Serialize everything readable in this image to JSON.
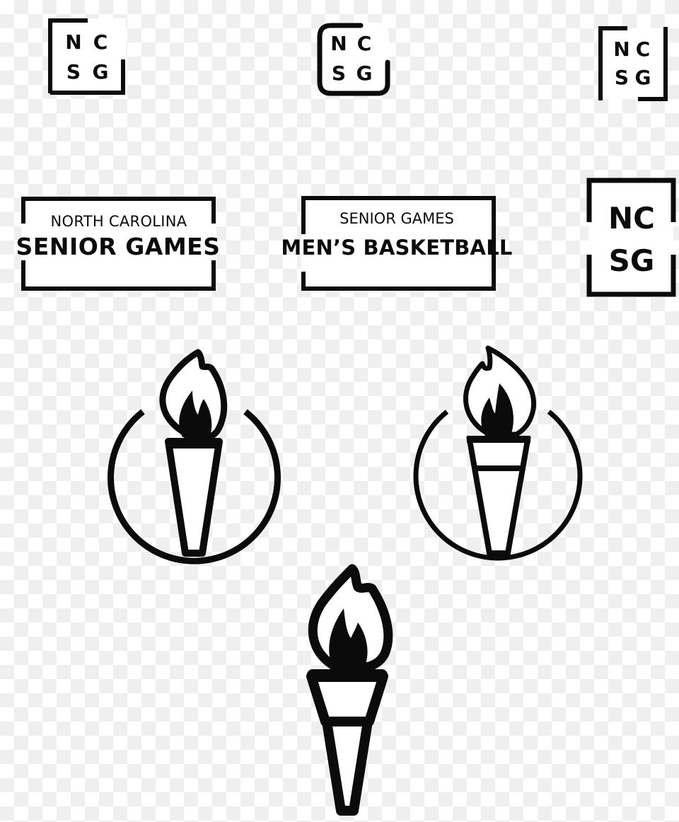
{
  "sheet": {
    "background": "transparency-checkerboard",
    "ink_color": "#0b0b0c",
    "checker_light": "#ffffff",
    "checker_dark": "#efefef"
  },
  "monograms": [
    {
      "variant": "square-corner-bracket",
      "line1": "N C",
      "line2": "S G",
      "letters": [
        "N",
        "C",
        "S",
        "G"
      ]
    },
    {
      "variant": "rounded-corner-bracket",
      "line1": "N C",
      "line2": "S G",
      "letters": [
        "N",
        "C",
        "S",
        "G"
      ]
    },
    {
      "variant": "side-brackets",
      "line1": "N C",
      "line2": "S G",
      "letters": [
        "N",
        "C",
        "S",
        "G"
      ]
    },
    {
      "variant": "four-corner-frame",
      "line1": "NC",
      "line2": "SG",
      "letters": [
        "N",
        "C",
        "S",
        "G"
      ]
    }
  ],
  "wordmarks": [
    {
      "line1": "NORTH CAROLINA",
      "line2": "SENIOR GAMES"
    },
    {
      "line1": "SENIOR GAMES",
      "line2": "MEN’S BASKETBALL"
    }
  ],
  "icons": [
    {
      "name": "torch-in-circle",
      "style": "single-band handle"
    },
    {
      "name": "torch-in-circle",
      "style": "double-band handle"
    },
    {
      "name": "torch",
      "style": "standalone"
    }
  ]
}
